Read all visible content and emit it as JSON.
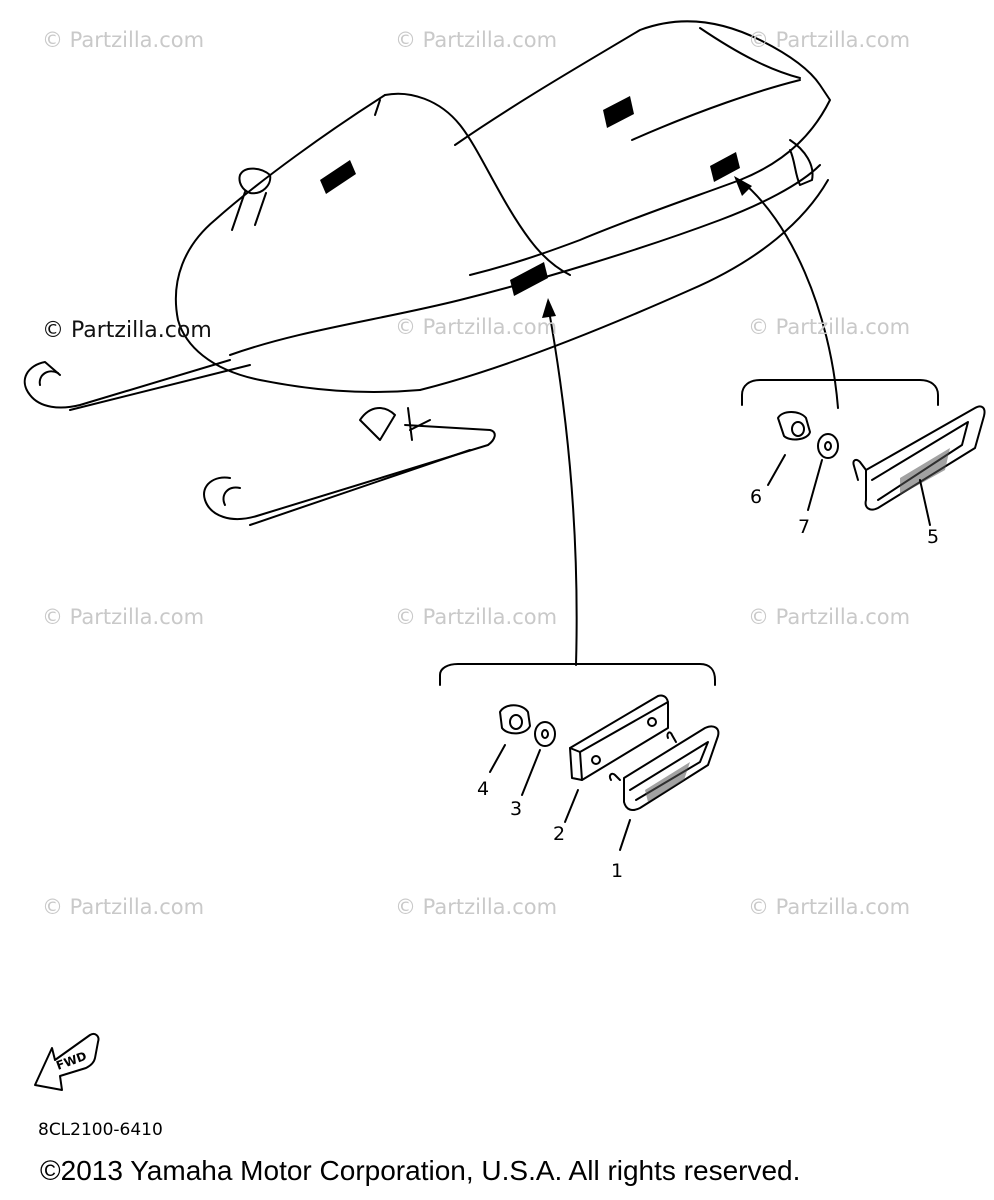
{
  "watermarks": [
    "© Partzilla.com",
    "© Partzilla.com",
    "© Partzilla.com",
    "© Partzilla.com",
    "© Partzilla.com",
    "© Partzilla.com",
    "© Partzilla.com",
    "© Partzilla.com",
    "© Partzilla.com",
    "© Partzilla.com",
    "© Partzilla.com",
    "© Partzilla.com"
  ],
  "callouts": [
    "1",
    "2",
    "3",
    "4",
    "5",
    "6",
    "7"
  ],
  "fwd_arrow": {
    "label": "FWD",
    "icon": "forward-direction-arrow-icon"
  },
  "diagram_code": "8CL2100-6410",
  "copyright": "©2013  Yamaha Motor Corporation, U.S.A. All rights reserved."
}
